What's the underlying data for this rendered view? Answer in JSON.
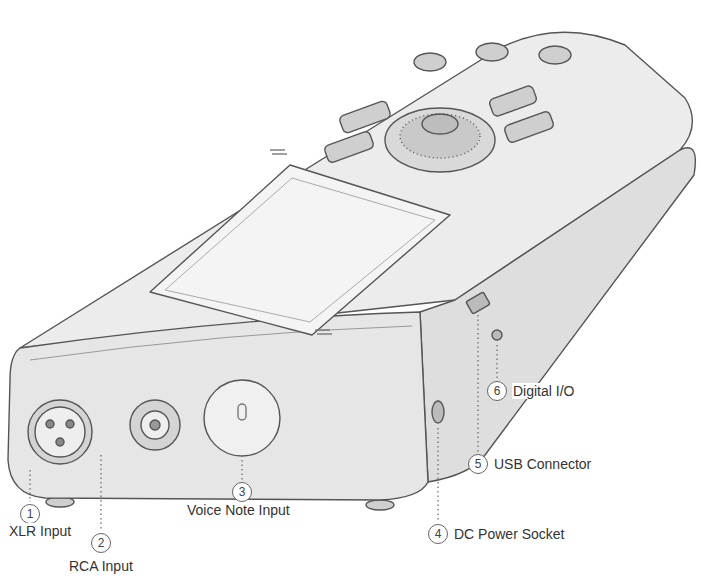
{
  "diagram": {
    "nodes": [
      {
        "text": [
          "1"
        ]
      },
      {
        "text": [
          "2"
        ]
      },
      {
        "text": [
          "3"
        ]
      },
      {
        "text": [
          "4"
        ]
      },
      {
        "text": [
          "5"
        ]
      },
      {
        "text": [
          "6"
        ]
      }
    ],
    "labels": [
      "XLR Input",
      "RCA Input",
      "Voice Note Input",
      "DC Power Socket",
      "USB Connector",
      "Digital I/O"
    ]
  }
}
